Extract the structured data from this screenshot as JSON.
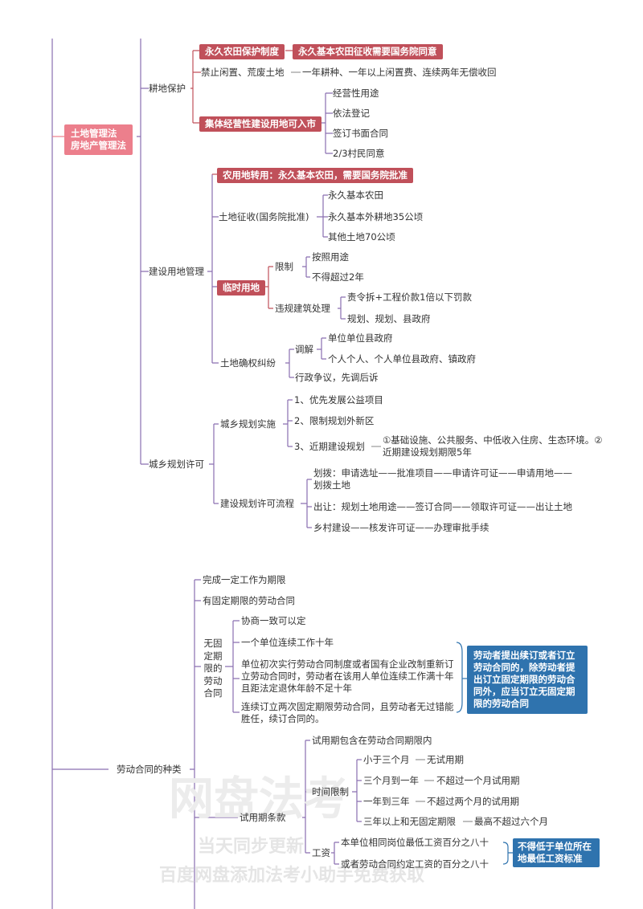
{
  "root": {
    "line1": "土地管理法",
    "line2": "房地产管理法"
  },
  "land": {
    "label": "耕地保护",
    "permanent": "永久农田保护制度",
    "permanent_note": "永久基本农田征收需要国务院同意",
    "idle": "禁止闲置、荒废土地",
    "idle_note": "一年耕种、一年以上闲置费、连续两年无偿收回",
    "collective": "集体经营性建设用地可入市",
    "collective_items": [
      "经营性用途",
      "依法登记",
      "签订书面合同",
      "2/3村民同意"
    ]
  },
  "construction": {
    "label": "建设用地管理",
    "conversion": "农用地转用：永久基本农田，需要国务院批准",
    "expropriation": "土地征收(国务院批准)",
    "expropriation_items": [
      "永久基本农田",
      "永久基本外耕地35公顷",
      "其他土地70公顷"
    ],
    "temporary": "临时用地",
    "limit": "限制",
    "limit_items": [
      "按照用途",
      "不得超过2年"
    ],
    "illegal": "违规建筑处理",
    "illegal_items": [
      "责令拆+工程价款1倍以下罚款",
      "规划、规划、县政府"
    ],
    "dispute": "土地确权纠纷",
    "mediation": "调解",
    "mediation_items": [
      "单位单位县政府",
      "个人个人、个人单位县政府、镇政府"
    ],
    "admin": "行政争议，先调后诉"
  },
  "planning": {
    "label": "城乡规划许可",
    "impl": "城乡规划实施",
    "impl_items": [
      "1、优先发展公益项目",
      "2、限制规划外新区",
      "3、近期建设规划"
    ],
    "recent_note": "①基础设施、公共服务、中低收入住房、生态环境。②近期建设规划期限5年",
    "process": "建设规划许可流程",
    "process_items": [
      "划拨：申请选址——批准项目——申请许可证——申请用地——划拨土地",
      "出让：规划土地用途——签订合同——领取许可证——出让土地",
      "乡村建设——核发许可证——办理审批手续"
    ]
  },
  "labor": {
    "label": "劳动合同的种类",
    "task": "完成一定工作为期限",
    "fixed": "有固定期限的劳动合同",
    "unfixed": "无固定期限的劳动合同",
    "unfixed_items": [
      "协商一致可以定",
      "一个单位连续工作十年",
      "单位初次实行劳动合同制度或者国有企业改制重新订立劳动合同时，劳动者在该用人单位连续工作满十年且距法定退休年龄不足十年",
      "连续订立两次固定期限劳动合同，且劳动者无过错能胜任，续订合同的。"
    ],
    "unfixed_note": "劳动者提出续订或者订立劳动合同的，除劳动者提出订立固定期限的劳动合同外，应当订立无固定期限的劳动合同",
    "probation": "试用期条款",
    "prob_within": "试用期包含在劳动合同期限内",
    "time_limit": "时间限制",
    "time_rows": [
      {
        "a": "小于三个月",
        "b": "无试用期"
      },
      {
        "a": "三个月到一年",
        "b": "不超过一个月试用期"
      },
      {
        "a": "一年到三年",
        "b": "不超过两个月的试用期"
      },
      {
        "a": "三年以上和无固定期限",
        "b": "最高不超过六个月"
      }
    ],
    "wage": "工资",
    "wage_items": [
      "本单位相同岗位最低工资百分之八十",
      "或者劳动合同约定工资的百分之八十"
    ],
    "wage_note": "不得低于单位所在地最低工资标准"
  },
  "watermark": {
    "line1": "网盘法考",
    "line2": "当天同步更新",
    "line3": "百度网盘添加法考小助手免费获取"
  },
  "colors": {
    "line_red": "#c0505a",
    "line_purple": "#8a6fb0",
    "line_blue": "#2f73ae",
    "root": "#ec7f8c"
  }
}
